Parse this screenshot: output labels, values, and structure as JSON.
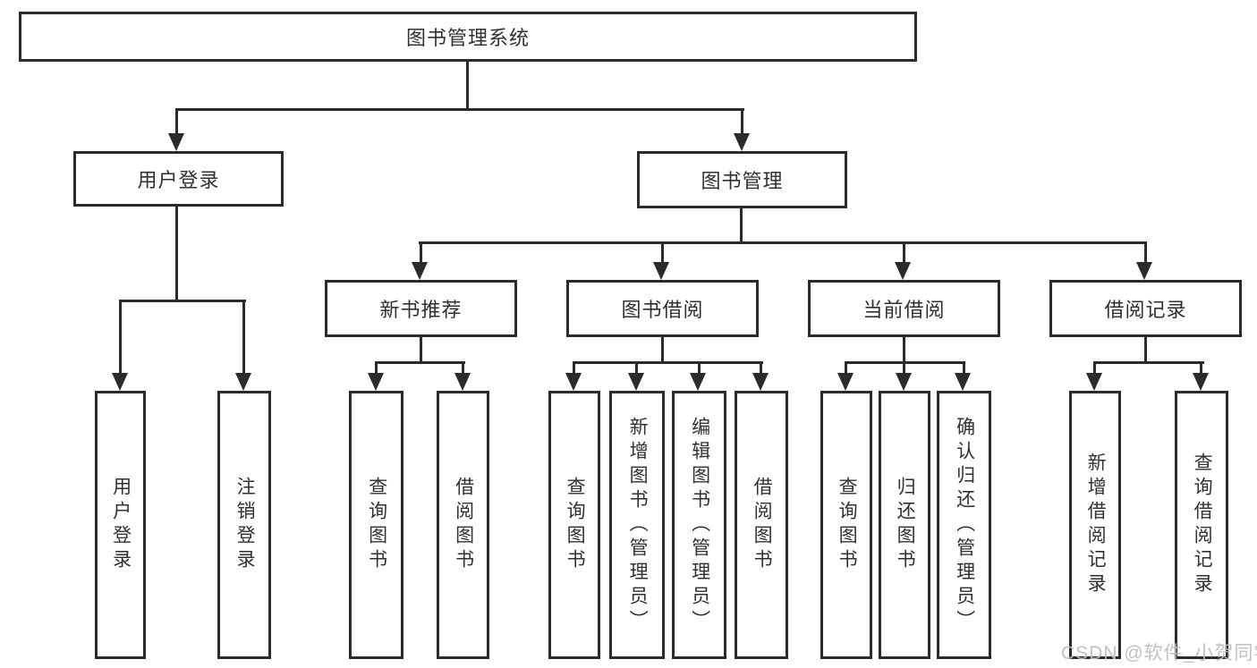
{
  "tree": {
    "root": {
      "label": "图书管理系统",
      "children": [
        {
          "label": "用户登录",
          "children": [
            {
              "label": "用户登录"
            },
            {
              "label": "注销登录"
            }
          ]
        },
        {
          "label": "图书管理",
          "children": [
            {
              "label": "新书推荐",
              "children": [
                {
                  "label": "查询图书"
                },
                {
                  "label": "借阅图书"
                }
              ]
            },
            {
              "label": "图书借阅",
              "children": [
                {
                  "label": "查询图书"
                },
                {
                  "label": "新增图书（管理员）"
                },
                {
                  "label": "编辑图书（管理员）"
                },
                {
                  "label": "借阅图书"
                }
              ]
            },
            {
              "label": "当前借阅",
              "children": [
                {
                  "label": "查询图书"
                },
                {
                  "label": "归还图书"
                },
                {
                  "label": "确认归还（管理员）"
                }
              ]
            },
            {
              "label": "借阅记录",
              "children": [
                {
                  "label": "新增借阅记录"
                },
                {
                  "label": "查询借阅记录"
                }
              ]
            }
          ]
        }
      ]
    }
  },
  "watermark": {
    "text": "CSDN @软件_小贺同学"
  },
  "colors": {
    "line": "#2b2b2b",
    "text": "#303030",
    "watermark": "#bebebe",
    "background": "#ffffff"
  }
}
